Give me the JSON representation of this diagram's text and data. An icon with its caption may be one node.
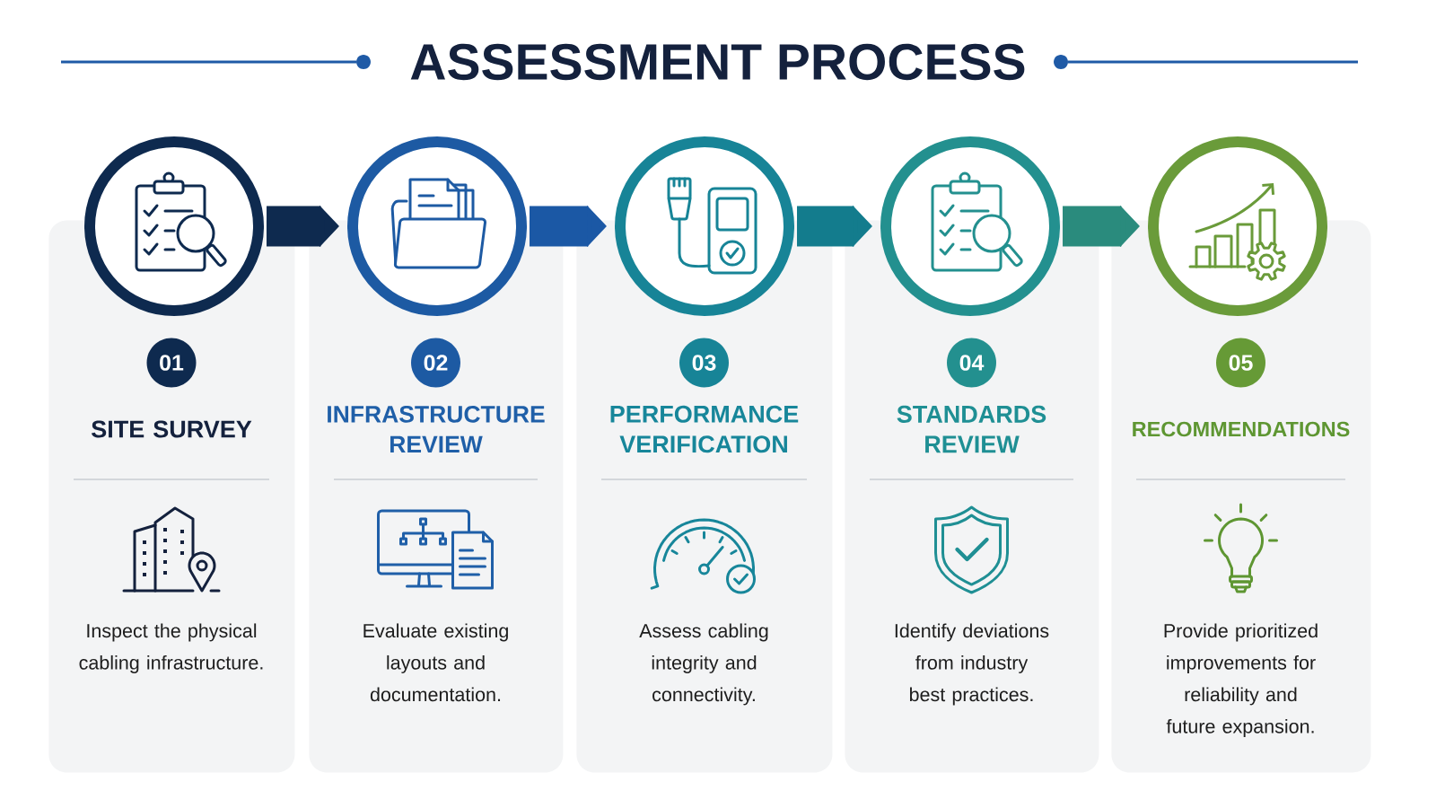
{
  "diagram": {
    "title": "ASSESSMENT PROCESS",
    "nodes": [
      {
        "text": [],
        "shape": "circle"
      },
      {
        "text": [
          "SITE SURVEY",
          "Inspect the physical cabling infrastructure."
        ]
      },
      {
        "text": [
          "01"
        ],
        "in": 1
      },
      {
        "text": [],
        "shape": "circle"
      },
      {
        "text": [
          "INFRASTRUCTURE REVIEW",
          "Evaluate existing layouts and documentation."
        ]
      },
      {
        "text": [
          "02"
        ],
        "in": 4
      },
      {
        "text": [],
        "shape": "circle"
      },
      {
        "text": [
          "PERFORMANCE VERIFICATION",
          "Assess cabling integrity and connectivity."
        ]
      },
      {
        "text": [
          "03"
        ],
        "in": 7
      },
      {
        "text": [],
        "shape": "circle"
      },
      {
        "text": [
          "STANDARDS REVIEW",
          "Identify deviations from industry best practices."
        ]
      },
      {
        "text": [
          "04"
        ],
        "in": 10
      },
      {
        "text": [],
        "shape": "circle"
      },
      {
        "text": [
          "RECOMMENDATIONS",
          "Provide prioritized improvements for reliability and future expansion."
        ]
      },
      {
        "text": [
          "05"
        ],
        "in": 13
      }
    ],
    "edges": [
      {
        "from": 0,
        "to": 3,
        "arrow": "to",
        "color": "#0e2a4f"
      },
      {
        "from": 3,
        "to": 6,
        "arrow": "to",
        "color": "#1b58a5"
      },
      {
        "from": 6,
        "to": 9,
        "arrow": "to",
        "color": "#137c8d"
      },
      {
        "from": 9,
        "to": 12,
        "arrow": "to",
        "color": "#2a8b7d"
      }
    ]
  }
}
